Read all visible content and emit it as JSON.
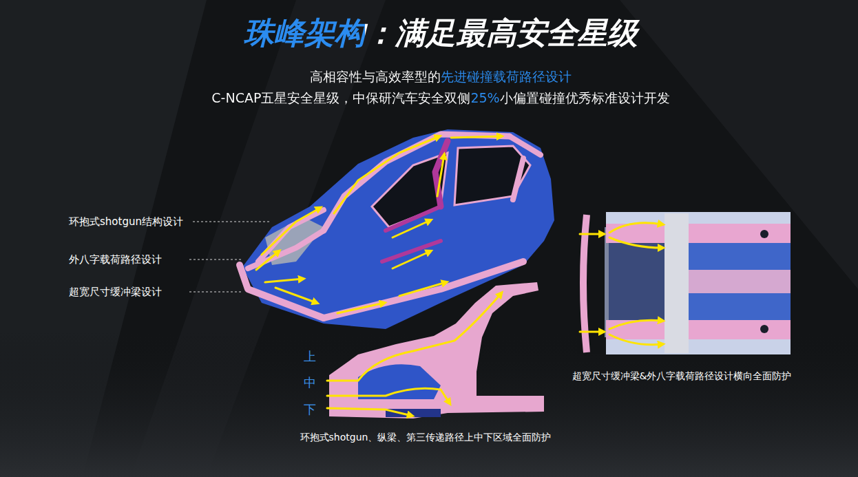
{
  "diagram": {
    "title": "珠峰架构：满足最高安全星级",
    "labels": [
      "高相容性与高效率型的先进碰撞载荷路径设计",
      "C-NCAP五星安全星级，中保研汽车安全双侧25%小偏置碰撞优秀标准设计开发",
      "环抱式shotgun结构设计",
      "外八字载荷路径设计",
      "超宽尺寸缓冲梁设计",
      "上",
      "中",
      "下",
      "超宽尺寸缓冲梁&外八字载荷路径设计横向全面防护",
      "环抱式shotgun、纵梁、第三传递路径上中下区域全面防护"
    ]
  }
}
